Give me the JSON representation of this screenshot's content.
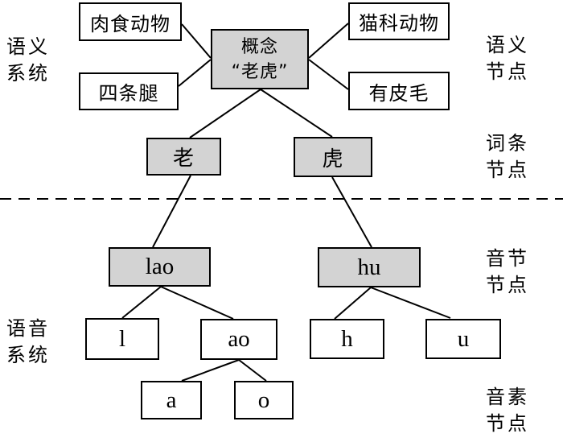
{
  "diagram": {
    "description": "Semantic and phonological network diagram for the Chinese word 老虎 (tiger)",
    "colors": {
      "background": "#ffffff",
      "shaded_node_fill": "#d3d3d3",
      "plain_node_fill": "#ffffff",
      "border": "#000000",
      "line": "#000000"
    },
    "side_labels": {
      "semantic_system": {
        "line1": "语义",
        "line2": "系统"
      },
      "phonetic_system": {
        "line1": "语音",
        "line2": "系统"
      },
      "semantic_node": {
        "line1": "语义",
        "line2": "节点"
      },
      "lexical_node": {
        "line1": "词条",
        "line2": "节点"
      },
      "syllable_node": {
        "line1": "音节",
        "line2": "节点"
      },
      "phoneme_node": {
        "line1": "音素",
        "line2": "节点"
      }
    },
    "nodes": {
      "carnivore": "肉食动物",
      "feline": "猫科动物",
      "four_legs": "四条腿",
      "has_fur": "有皮毛",
      "concept_line1": "概念",
      "concept_line2": "“老虎”",
      "word_lao": "老",
      "word_hu": "虎",
      "syllable_lao": "lao",
      "syllable_hu": "hu",
      "phoneme_l": "l",
      "phoneme_ao": "ao",
      "phoneme_h": "h",
      "phoneme_u": "u",
      "phoneme_a": "a",
      "phoneme_o": "o"
    }
  }
}
